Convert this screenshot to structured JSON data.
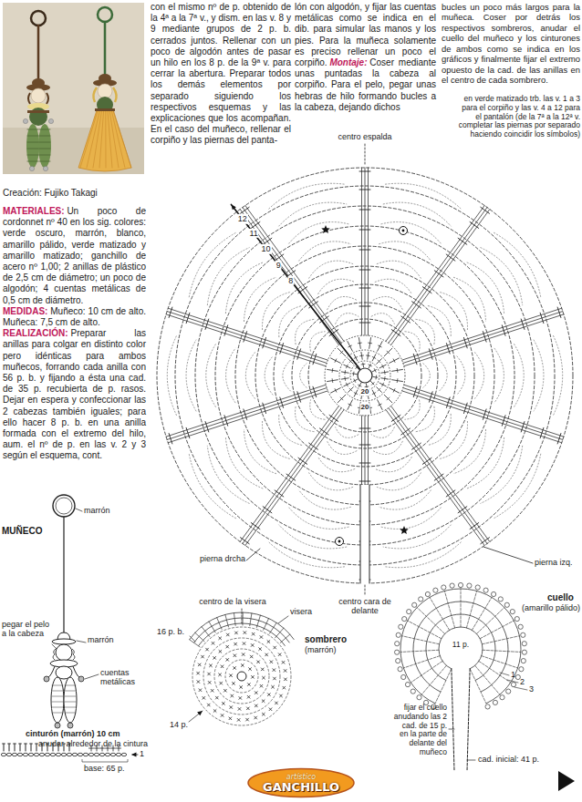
{
  "diagram": {
    "nodes": [
      {
        "text": [
          "artístico",
          "GANCHILLO"
        ]
      }
    ],
    "labels": [
      "Creación: Fujiko Takagi",
      "MATERIALES:",
      "Un poco de cordonnet nº 40 en los sig. colores: verde oscuro, marrón, blanco, amarillo pálido, verde matizado y amarillo matizado; ganchillo de acero nº 1,00; 2 anillas de plástico de 2,5 cm de diámetro; un poco de algodón; 4 cuentas metálicas de 0,5 cm de diámetro.",
      "MEDIDAS:",
      "Muñeco: 10 cm de alto. Muñeca: 7,5 cm de alto.",
      "REALIZACIÓN:",
      "Preparar las anillas para colgar en distinto color pero idénticas para ambos muñecos, forrando cada anilla con 56 p. b. y fijando a ésta una cad. de 35 p. recubierta de p. rasos. Dejar en espera y confeccionar las 2 cabezas también iguales; para ello hacer 8 p. b. en una anilla formada con el extremo del hilo, aum. el nº de p. en las v. 2 y 3 según el esquema, cont.",
      "con el mismo nº de p. obtenido de la 4ª a la 7ª v., y dism. en las v. 8 y 9 mediante grupos de 2 p. b. cerrados juntos. Rellenar con un poco de algodón antes de pasar un hilo en los 8 p. de la 9ª v. para cerrar la abertura. Preparar todos los demás elementos por separado siguiendo los respectivos esquemas y las explicaciones que los acompañan. En el caso del muñeco, rellenar el corpiño y las piernas del panta-",
      "lón con algodón, y fijar las cuentas metálicas como se indica en el dib. para simular las manos y los pies. Para la muñeca solamente es preciso rellenar un poco el corpiño.",
      "Montaje:",
      "Coser mediante unas puntadas la cabeza al corpiño. Para el pelo, pegar unas hebras de hilo formando bucles a la cabeza, dejando dichos",
      "bucles un poco más largos para la muñeca. Coser por detrás los respectivos sombreros, anudar el cuello del muñeco y los cinturones de ambos como se indica en los gráficos y finalmente fijar el extremo opuesto de la cad. de las anillas en el centro de cada sombrero.",
      "centro espalda",
      "en verde matizado trb. las v. 1 a 3 para el corpiño y las v. 4 a 12 para el pantalón (de la 7ª a la 12ª v. completar las piernas por separado haciendo coincidir los símbolos)",
      "12",
      "11",
      "10",
      "9",
      "8",
      "20",
      "20",
      "pierna drcha",
      "pierna izq.",
      "centro cara de delante",
      "MUÑECO",
      "marrón",
      "pegar el pelo a la cabeza",
      "marrón",
      "cuentas metálicas",
      "cinturón (marrón) 10 cm",
      "anudar alrededor de la cintura",
      "base: 65 p.",
      "1",
      "centro de la visera",
      "visera",
      "16 p. b.",
      "sombrero",
      "(marrón)",
      "14 p.",
      "cuello",
      "(amarillo pálido)",
      "11 p.",
      "1",
      "2",
      "3",
      "fijar el cuello anudando las 2 cad. de 15 p. en la parte de delante del muñeco",
      "cad. inicial: 41 p."
    ]
  }
}
